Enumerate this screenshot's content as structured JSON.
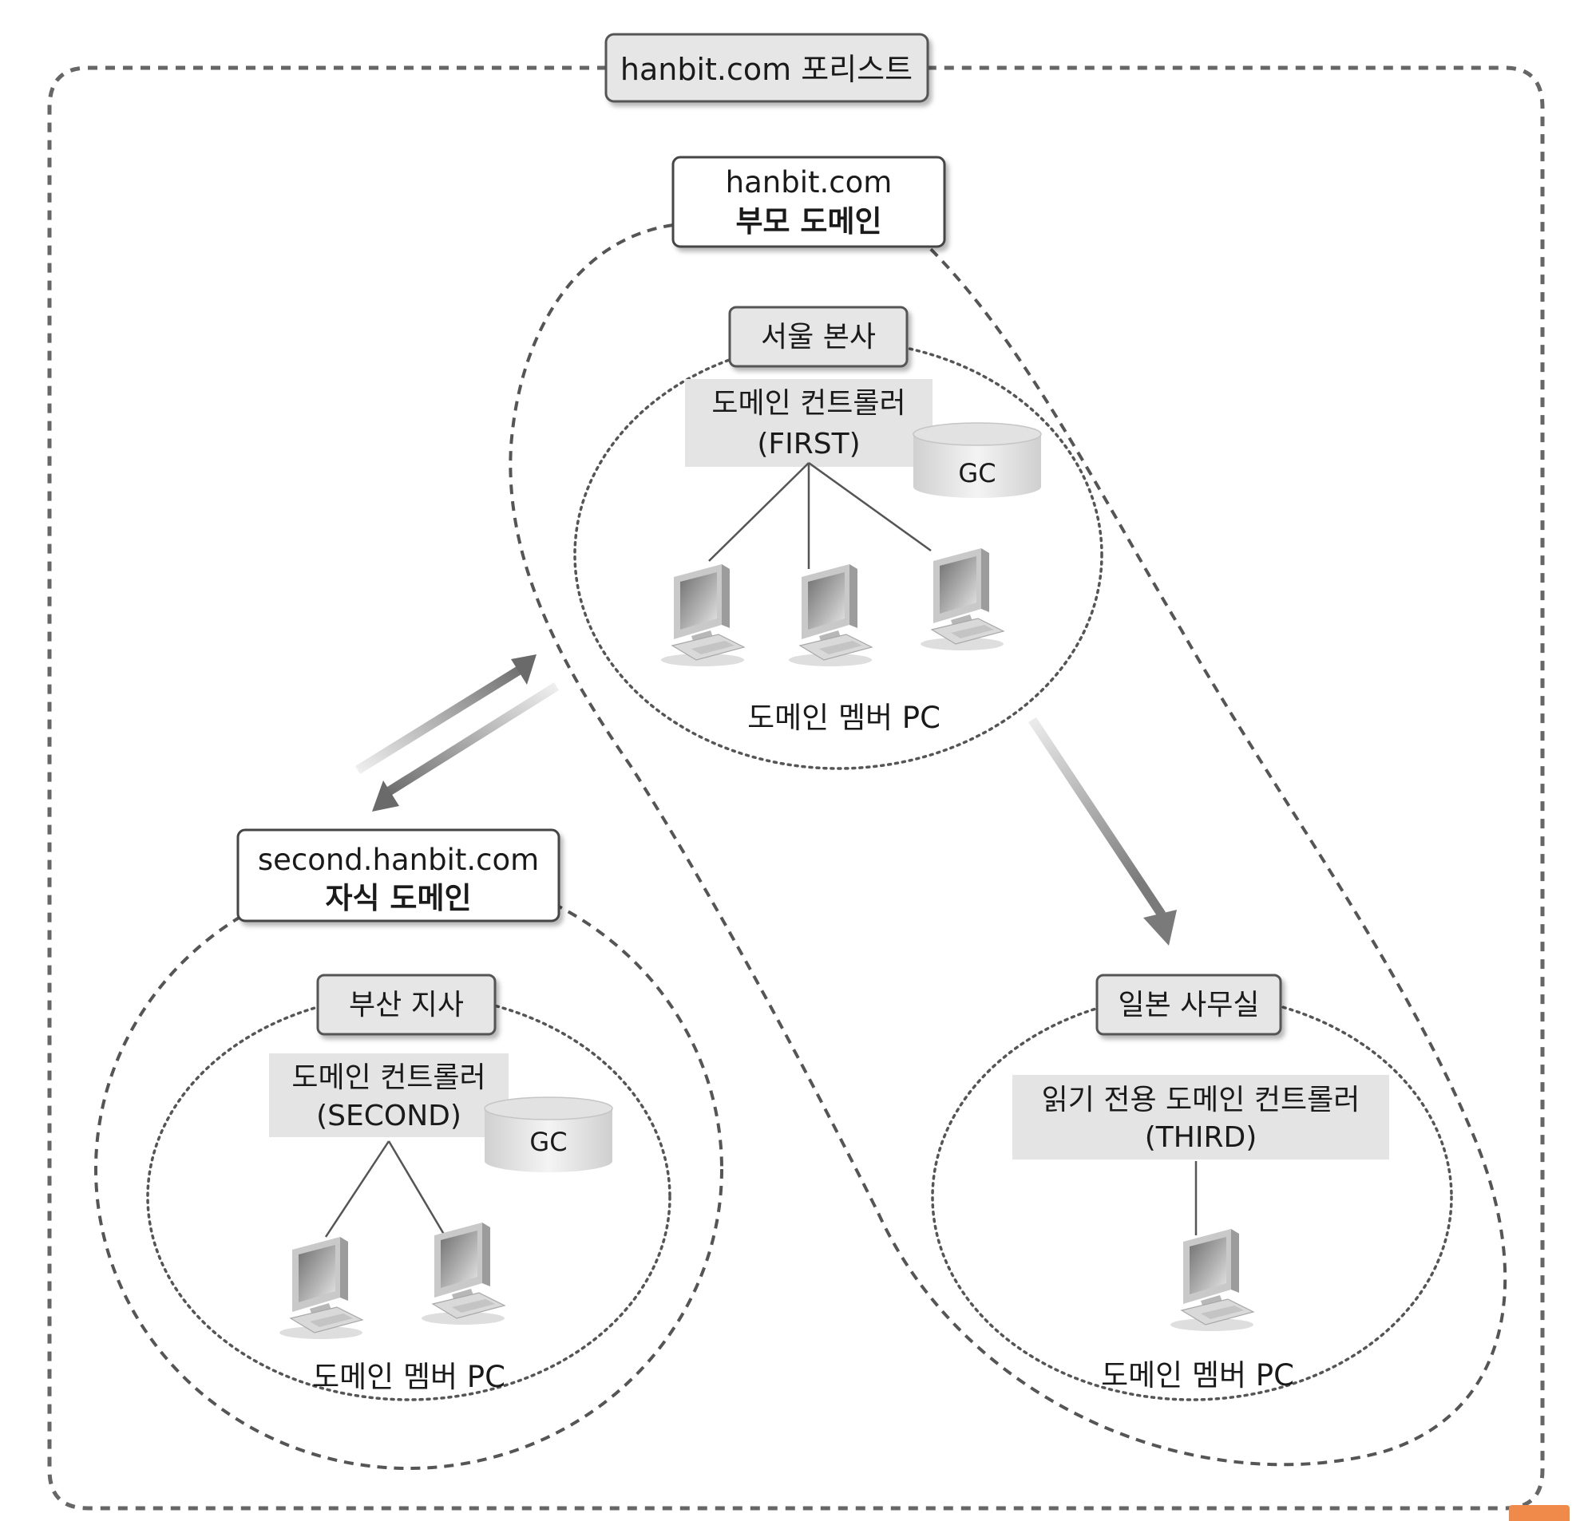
{
  "forest": {
    "label": "hanbit.com 포리스트"
  },
  "colors": {
    "box_fill": "#e6e6e6",
    "line": "#555555",
    "arrow": "#888888",
    "badge": "#f08a4b"
  },
  "parent_domain": {
    "name": "hanbit.com",
    "role": "부모 도메인",
    "site": {
      "name": "서울 본사",
      "dc_label": "도메인 컨트롤러",
      "dc_name": "(FIRST)",
      "gc": "GC",
      "member_label": "도메인 멤버 PC",
      "pc_count": 3
    }
  },
  "child_domain": {
    "name": "second.hanbit.com",
    "role": "자식 도메인",
    "site": {
      "name": "부산 지사",
      "dc_label": "도메인 컨트롤러",
      "dc_name": "(SECOND)",
      "gc": "GC",
      "member_label": "도메인 멤버 PC",
      "pc_count": 2
    }
  },
  "branch_site": {
    "name": "일본 사무실",
    "dc_label": "읽기 전용 도메인 컨트롤러",
    "dc_name": "(THIRD)",
    "member_label": "도메인 멤버 PC",
    "pc_count": 1
  },
  "icons": [
    "computer-icon",
    "database-icon",
    "arrow-icon"
  ]
}
